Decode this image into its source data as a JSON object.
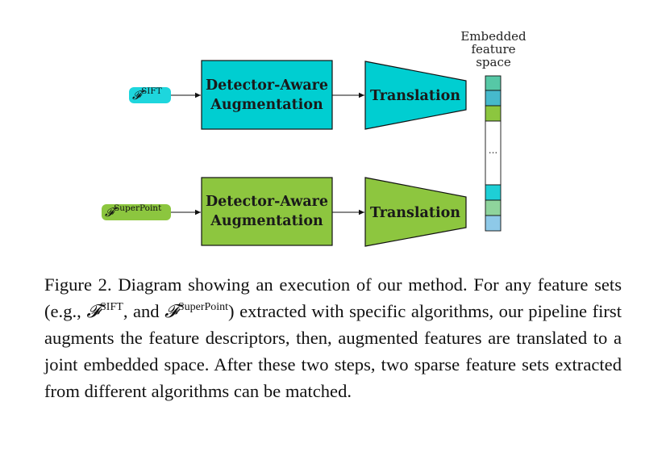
{
  "diagram": {
    "embedded_space_heading": [
      "Embedded",
      "feature",
      "space"
    ],
    "features": {
      "sift": {
        "symbol": "𝓕",
        "superscript": "SIFT",
        "color": "#1ed6dd"
      },
      "superpoint": {
        "symbol": "𝓕",
        "superscript": "SuperPoint",
        "color": "#8cc63f"
      }
    },
    "augmentation_label": [
      "Detector-Aware",
      "Augmentation"
    ],
    "translation_label": "Translation",
    "ellipsis": "...",
    "top_color": "#00ced1",
    "bottom_color": "#8dc63f",
    "embedding_cells": [
      "#56c8a6",
      "#46b9cc",
      "#8cc63f",
      "#ffffff",
      "#1ecfd6",
      "#8fd49c",
      "#8ec9e8"
    ]
  },
  "caption": {
    "figure_label": "Figure 2.",
    "text_before_sift": "Diagram showing an execution of our method. For any feature sets (e.g., ",
    "sift_symbol": "𝓕",
    "sift_sup": "SIFT",
    "text_between": ", and ",
    "superpoint_symbol": "𝓕",
    "superpoint_sup": "SuperPoint",
    "text_after": ") extracted with specific algorithms, our pipeline first augments the feature descriptors, then, augmented features are translated to a joint embedded space. After these two steps, two sparse feature sets extracted from different algorithms can be matched."
  }
}
